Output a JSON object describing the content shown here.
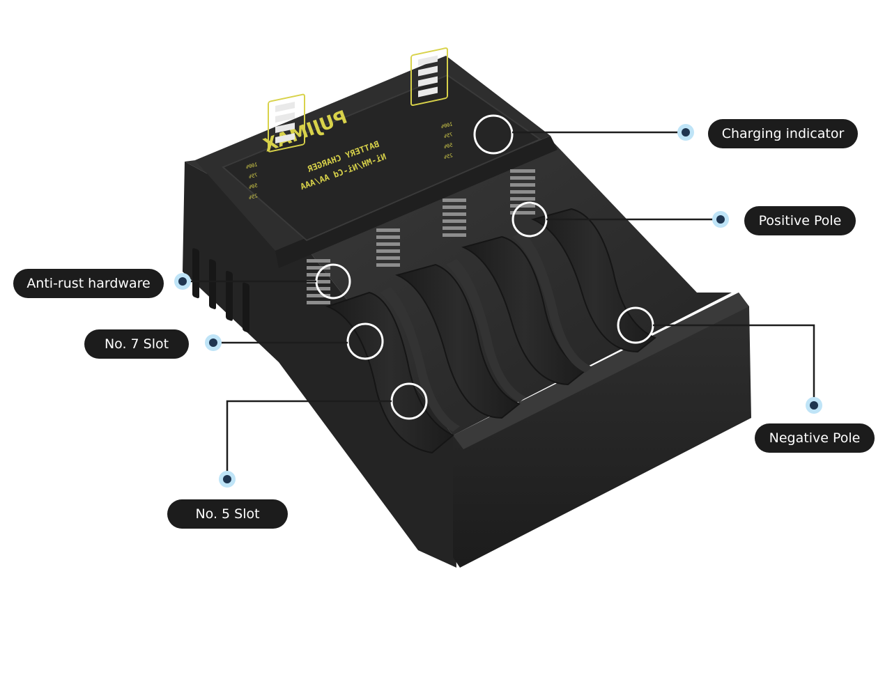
{
  "brand": {
    "logo_text": "PUJIMAX",
    "panel_line1": "BATTERY CHARGER",
    "panel_line2": "Ni-MH/Ni-Cd AA/AAA",
    "level_labels": [
      "100%",
      "75%",
      "50%",
      "25%"
    ]
  },
  "callouts": {
    "charging_indicator": "Charging indicator",
    "positive_pole": "Positive Pole",
    "anti_rust_hardware": "Anti-rust hardware",
    "no7_slot": "No. 7 Slot",
    "negative_pole": "Negative Pole",
    "no5_slot": "No. 5 Slot"
  },
  "colors": {
    "body": "#2b2b2b",
    "body_dark": "#1a1a1a",
    "panel": "#262626",
    "panel_text": "#d8d24a",
    "led": "#e9e9e9",
    "callout_pill": "#1c1c1c",
    "callout_line": "#1c1c1c",
    "dot_ring": "#bfe4f7",
    "dot_core": "#1f3550"
  }
}
